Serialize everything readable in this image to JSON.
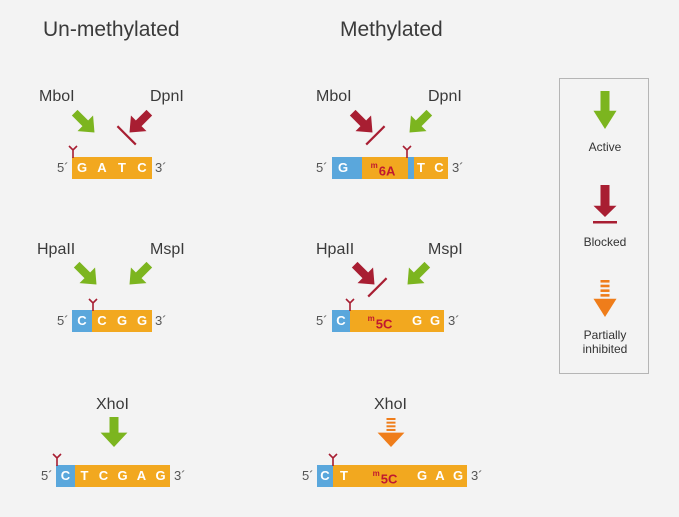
{
  "colors": {
    "active": "#7cb51f",
    "blocked": "#a81e32",
    "partial": "#ef7d1a",
    "strand_orange": "#f2a81f",
    "strand_blue": "#5aa7dc",
    "cut_mark": "#a81e32"
  },
  "headings": {
    "unmethylated": "Un-methylated",
    "methylated": "Methylated"
  },
  "strand_ends": {
    "five": "5´",
    "three": "3´"
  },
  "rows": {
    "mbo_dpn": {
      "enzyme_left": "MboI",
      "enzyme_right": "DpnI",
      "unmethylated": {
        "bases": [
          {
            "text": "G",
            "mod": false
          },
          {
            "text": "A",
            "mod": false
          },
          {
            "text": "T",
            "mod": false
          },
          {
            "text": "C",
            "mod": false
          }
        ],
        "arrow_left": "active",
        "arrow_right": "blocked"
      },
      "methylated": {
        "bases": [
          {
            "text": "G",
            "mod": false
          },
          {
            "sup": "m",
            "text": "6A",
            "mod": true
          },
          {
            "text": "T",
            "mod": false
          },
          {
            "text": "C",
            "mod": false
          }
        ],
        "arrow_left": "blocked",
        "arrow_right": "active"
      }
    },
    "hpa_msp": {
      "enzyme_left": "HpaII",
      "enzyme_right": "MspI",
      "unmethylated": {
        "bases": [
          {
            "text": "C",
            "mod": false
          },
          {
            "text": "C",
            "mod": false
          },
          {
            "text": "G",
            "mod": false
          },
          {
            "text": "G",
            "mod": false
          }
        ],
        "arrow_left": "active",
        "arrow_right": "active"
      },
      "methylated": {
        "bases": [
          {
            "text": "C",
            "mod": false
          },
          {
            "sup": "m",
            "text": "5C",
            "mod": true
          },
          {
            "text": "G",
            "mod": false
          },
          {
            "text": "G",
            "mod": false
          }
        ],
        "arrow_left": "blocked",
        "arrow_right": "active"
      }
    },
    "xho": {
      "enzyme": "XhoI",
      "unmethylated": {
        "bases": [
          {
            "text": "C",
            "mod": false
          },
          {
            "text": "T",
            "mod": false
          },
          {
            "text": "C",
            "mod": false
          },
          {
            "text": "G",
            "mod": false
          },
          {
            "text": "A",
            "mod": false
          },
          {
            "text": "G",
            "mod": false
          }
        ],
        "arrow": "active"
      },
      "methylated": {
        "bases": [
          {
            "text": "C",
            "mod": false
          },
          {
            "text": "T",
            "mod": false
          },
          {
            "sup": "m",
            "text": "5C",
            "mod": true
          },
          {
            "text": "G",
            "mod": false
          },
          {
            "text": "A",
            "mod": false
          },
          {
            "text": "G",
            "mod": false
          }
        ],
        "arrow": "partial"
      }
    }
  },
  "legend": [
    {
      "key": "active",
      "label": "Active"
    },
    {
      "key": "blocked",
      "label": "Blocked"
    },
    {
      "key": "partial",
      "label_line1": "Partially",
      "label_line2": "inhibited"
    }
  ]
}
